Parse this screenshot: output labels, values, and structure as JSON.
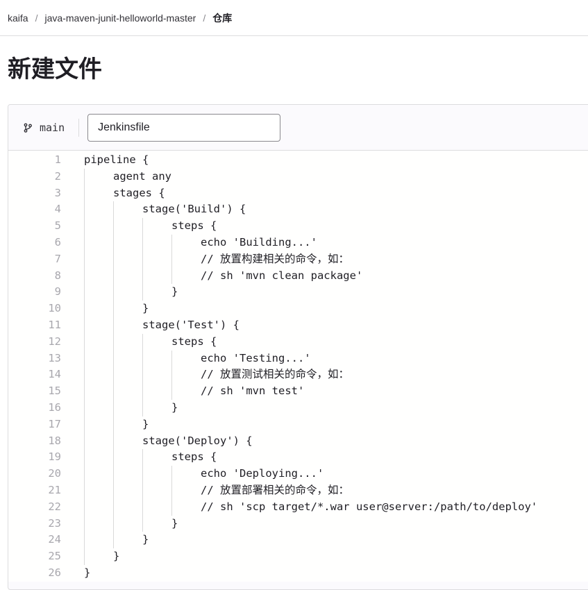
{
  "breadcrumb": {
    "items": [
      {
        "label": "kaifa"
      },
      {
        "label": "java-maven-junit-helloworld-master"
      },
      {
        "label": "仓库"
      }
    ],
    "separator": "/"
  },
  "page": {
    "title": "新建文件"
  },
  "editor": {
    "branch_icon": "branch-icon",
    "branch": "main",
    "filename": "Jenkinsfile",
    "lines": [
      {
        "number": "1",
        "text": "pipeline {",
        "indent": 0
      },
      {
        "number": "2",
        "text": "agent any",
        "indent": 1
      },
      {
        "number": "3",
        "text": "stages {",
        "indent": 1
      },
      {
        "number": "4",
        "text": "stage('Build') {",
        "indent": 2
      },
      {
        "number": "5",
        "text": "steps {",
        "indent": 3
      },
      {
        "number": "6",
        "text": "echo 'Building...'",
        "indent": 4
      },
      {
        "number": "7",
        "text": "// 放置构建相关的命令，如：",
        "indent": 4
      },
      {
        "number": "8",
        "text": "// sh 'mvn clean package'",
        "indent": 4
      },
      {
        "number": "9",
        "text": "}",
        "indent": 3
      },
      {
        "number": "10",
        "text": "}",
        "indent": 2
      },
      {
        "number": "11",
        "text": "stage('Test') {",
        "indent": 2
      },
      {
        "number": "12",
        "text": "steps {",
        "indent": 3
      },
      {
        "number": "13",
        "text": "echo 'Testing...'",
        "indent": 4
      },
      {
        "number": "14",
        "text": "// 放置测试相关的命令，如：",
        "indent": 4
      },
      {
        "number": "15",
        "text": "// sh 'mvn test'",
        "indent": 4
      },
      {
        "number": "16",
        "text": "}",
        "indent": 3
      },
      {
        "number": "17",
        "text": "}",
        "indent": 2
      },
      {
        "number": "18",
        "text": "stage('Deploy') {",
        "indent": 2
      },
      {
        "number": "19",
        "text": "steps {",
        "indent": 3
      },
      {
        "number": "20",
        "text": "echo 'Deploying...'",
        "indent": 4
      },
      {
        "number": "21",
        "text": "// 放置部署相关的命令，如：",
        "indent": 4
      },
      {
        "number": "22",
        "text": "// sh 'scp target/*.war user@server:/path/to/deploy'",
        "indent": 4
      },
      {
        "number": "23",
        "text": "}",
        "indent": 3
      },
      {
        "number": "24",
        "text": "}",
        "indent": 2
      },
      {
        "number": "25",
        "text": "}",
        "indent": 1
      },
      {
        "number": "26",
        "text": "}",
        "indent": 0
      }
    ]
  }
}
